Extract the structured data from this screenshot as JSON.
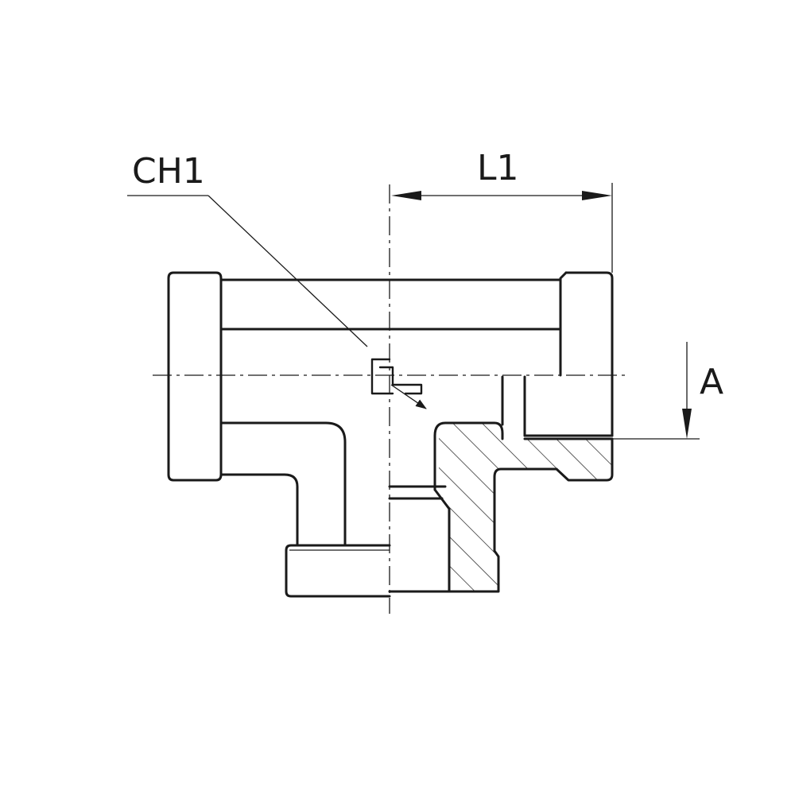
{
  "labels": {
    "hex_size": "CH1",
    "length": "L1",
    "thread_depth": "A"
  }
}
